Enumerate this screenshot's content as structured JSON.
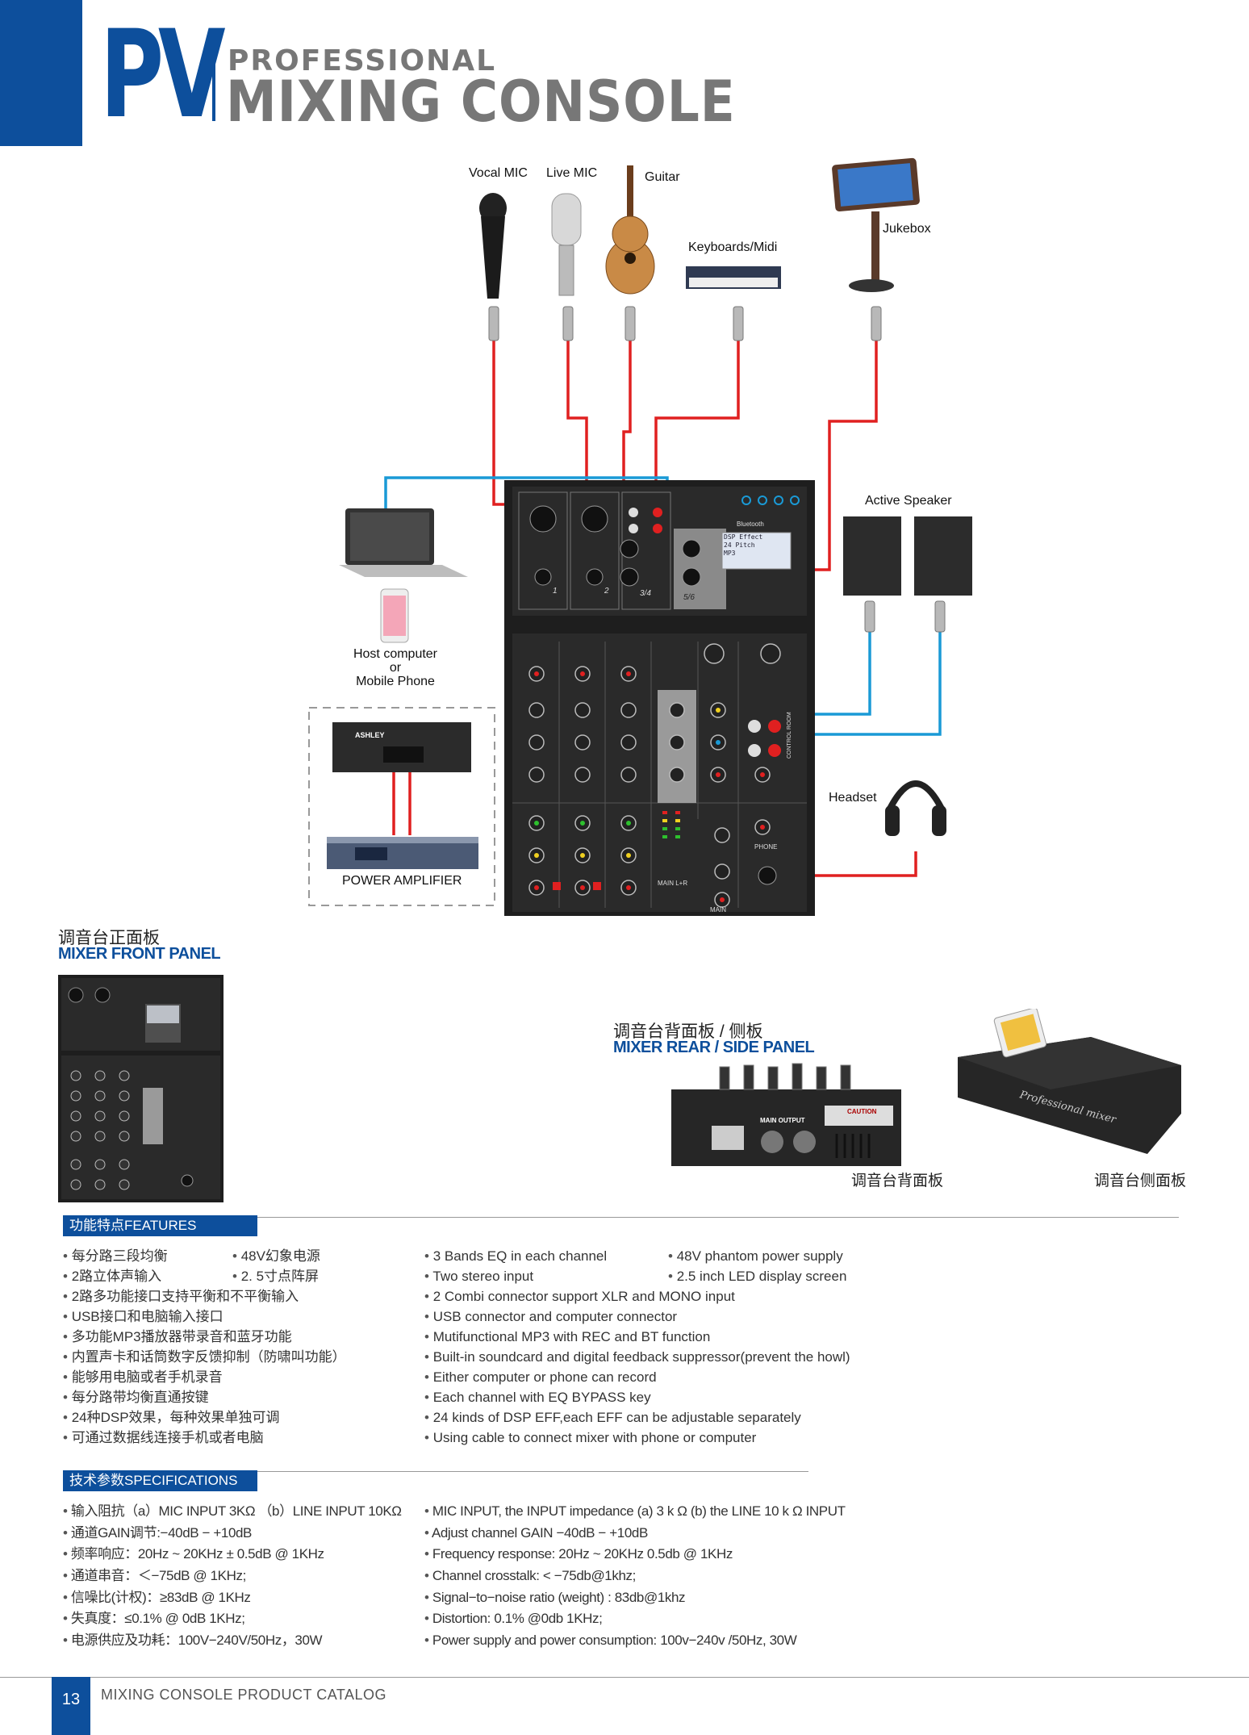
{
  "header": {
    "logo": "PV",
    "subtitle": "PROFESSIONAL",
    "title": "MIXING CONSOLE"
  },
  "diagram": {
    "inputs": {
      "vocal_mic": "Vocal MIC",
      "live_mic": "Live MIC",
      "guitar": "Guitar",
      "keyboards": "Keyboards/Midi",
      "jukebox": "Jukebox"
    },
    "host_line1": "Host computer",
    "host_line2": "or",
    "host_line3": "Mobile Phone",
    "power_amplifier": "POWER AMPLIFIER",
    "active_speaker": "Active Speaker",
    "headset": "Headset",
    "lcd_lines": [
      "DSP Effect",
      "24 Pitch",
      "MP3"
    ],
    "amp_brand": "ASHLEY",
    "channel_labels": [
      "1",
      "2",
      "3/4",
      "5/6"
    ],
    "main_label": "MAIN L+R",
    "main_level": "MAIN",
    "phone_label": "PHONE",
    "control_room": "CONTROL ROOM",
    "bluetooth": "Bluetooth"
  },
  "front_panel": {
    "cn": "调音台正面板",
    "en": "MIXER FRONT PANEL"
  },
  "rear_panel": {
    "cn": "调音台背面板 / 侧板",
    "en": "MIXER REAR / SIDE PANEL",
    "rear_caption": "调音台背面板",
    "side_caption": "调音台侧面板",
    "main_output": "MAIN OUTPUT",
    "caution": "CAUTION",
    "script_text": "Professional mixer"
  },
  "features": {
    "heading": "功能特点FEATURES",
    "cn_left": [
      "每分路三段均衡",
      "2路立体声输入"
    ],
    "cn_right": [
      "48V幻象电源",
      "2. 5寸点阵屏"
    ],
    "cn_full": [
      "2路多功能接口支持平衡和不平衡输入",
      "USB接口和电脑输入接口",
      "多功能MP3播放器带录音和蓝牙功能",
      "内置声卡和话筒数字反馈抑制（防啸叫功能）",
      "能够用电脑或者手机录音",
      "每分路带均衡直通按键",
      "24种DSP效果，每种效果单独可调",
      "可通过数据线连接手机或者电脑"
    ],
    "en_left": [
      "3 Bands EQ in each channel",
      "Two stereo input"
    ],
    "en_right": [
      "48V phantom power supply",
      "2.5 inch LED display screen"
    ],
    "en_full": [
      "2 Combi connector support XLR and MONO input",
      "USB connector and computer connector",
      "Mutifunctional MP3 with REC and BT function",
      "Built-in soundcard and digital feedback suppressor(prevent the howl)",
      "Either computer or phone can record",
      "Each channel with EQ BYPASS  key",
      "24 kinds of DSP EFF,each EFF can be adjustable separately",
      "Using cable to connect mixer with phone or computer"
    ]
  },
  "specifications": {
    "heading": "技术参数SPECIFICATIONS",
    "cn": [
      "输入阻抗（a）MIC INPUT 3KΩ （b）LINE INPUT 10KΩ",
      "通道GAIN调节:−40dB − +10dB",
      "频率响应：20Hz ~ 20KHz ± 0.5dB @ 1KHz",
      "通道串音：＜−75dB @ 1KHz;",
      "信噪比(计权)：≥83dB @ 1KHz",
      "失真度：≤0.1% @ 0dB 1KHz;",
      "电源供应及功耗：100V−240V/50Hz，30W"
    ],
    "en": [
      "MIC INPUT, the INPUT impedance (a) 3 k Ω (b) the LINE 10 k Ω INPUT",
      "Adjust channel GAIN −40dB − +10dB",
      "Frequency response: 20Hz ~ 20KHz 0.5db @ 1KHz",
      "Channel crosstalk: < −75db@1khz;",
      "Signal−to−noise ratio (weight) : 83db@1khz",
      "Distortion: 0.1% @0db 1KHz;",
      "Power supply and power consumption: 100v−240v /50Hz, 30W"
    ]
  },
  "footer": {
    "page": "13",
    "text": "MIXING CONSOLE PRODUCT CATALOG"
  },
  "colors": {
    "brand_blue": "#0d4f9c",
    "cable_red": "#e02020",
    "cable_blue": "#1a9ad6"
  }
}
